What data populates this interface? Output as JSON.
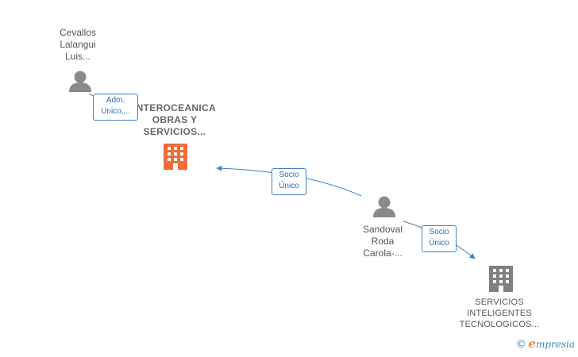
{
  "nodes": {
    "person_cevallos": {
      "label": "Cevallos\nLalangui\nLuis..."
    },
    "company_interoceanica": {
      "label": "INTEROCEANICA\nOBRAS Y\nSERVICIOS..."
    },
    "person_sandoval": {
      "label": "Sandoval\nRoda\nCarola-..."
    },
    "company_servicios": {
      "label": "SERVICIOS\nINTELIGENTES\nTECNOLOGICOS..."
    }
  },
  "edges": {
    "adm_unico": {
      "label": "Adm.\nUnico,..."
    },
    "socio_unico_1": {
      "label": "Socio\nÚnico"
    },
    "socio_unico_2": {
      "label": "Socio\nÚnico"
    }
  },
  "colors": {
    "edge": "#3d80c4",
    "person_icon": "#8a8a8a",
    "company_main": "#f26b3a",
    "company_other": "#808080"
  },
  "brand": {
    "copyright": "©",
    "initial": "e",
    "name": "mpresia"
  }
}
